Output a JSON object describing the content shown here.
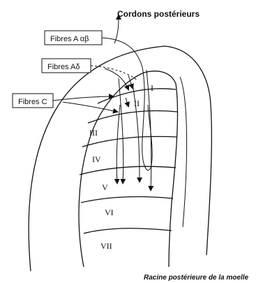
{
  "title": "Cordons postérieurs",
  "fibers": [
    {
      "label": "Fibres A αβ"
    },
    {
      "label": "Fibres Aδ"
    },
    {
      "label": "Fibres C"
    }
  ],
  "laminae": [
    "I",
    "II",
    "III",
    "IV",
    "V",
    "VI",
    "VII"
  ],
  "caption": "Racine postérieure de la moelle"
}
